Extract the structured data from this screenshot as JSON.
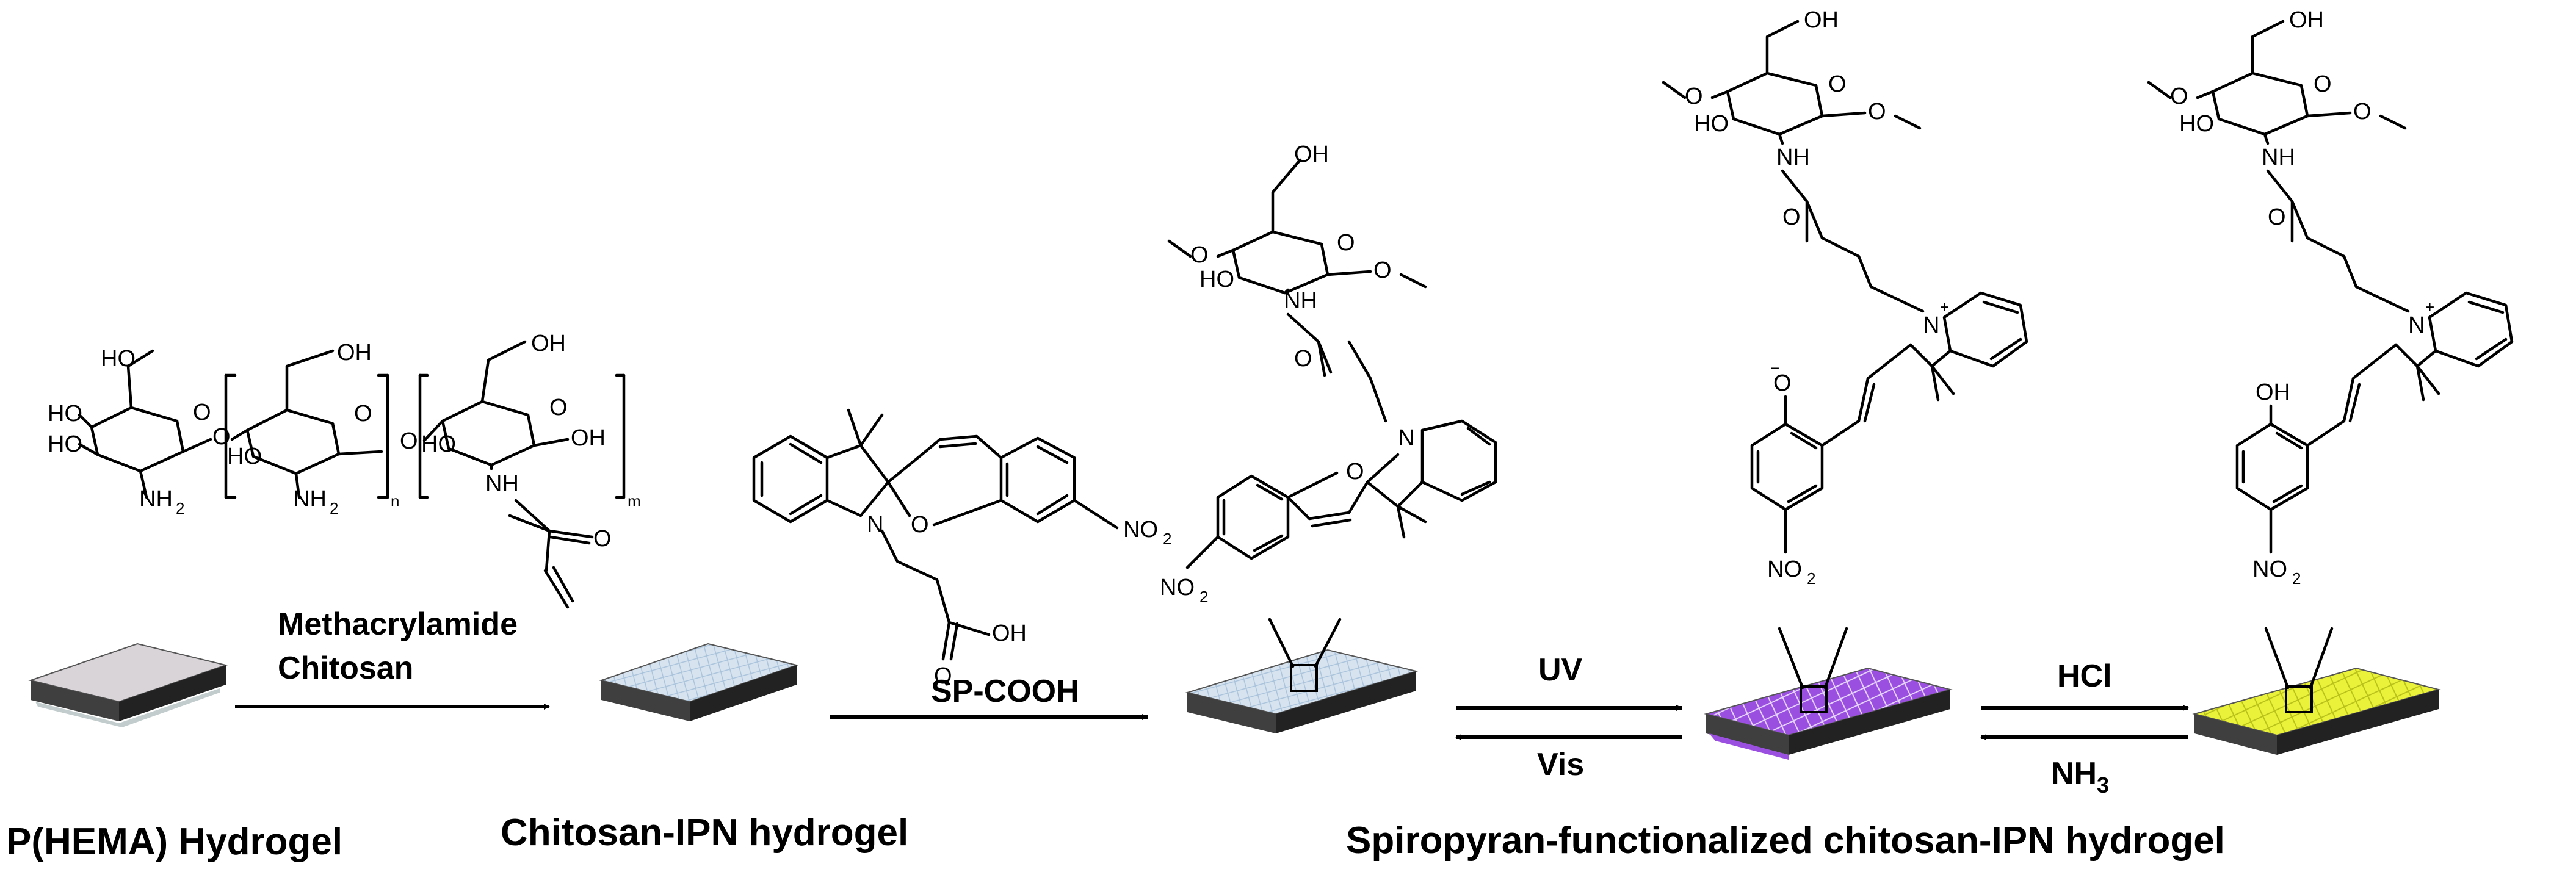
{
  "labels": {
    "phema": "P(HEMA) Hydrogel",
    "chitosan_ipn": "Chitosan-IPN hydrogel",
    "sp_functionalized": "Spiropyran-functionalized chitosan-IPN hydrogel"
  },
  "arrows": {
    "step1_top_line1": "Methacrylamide",
    "step1_top_line2": "Chitosan",
    "step2_label": "SP-COOH",
    "uv": "UV",
    "vis": "Vis",
    "hcl": "HCl",
    "nh3_main": "NH",
    "nh3_sub": "3"
  },
  "atoms": {
    "OH": "OH",
    "HO": "HO",
    "O": "O",
    "NH": "NH",
    "NH2_main": "NH",
    "NH2_sub": "2",
    "N": "N",
    "NO2_main": "NO",
    "NO2_sub": "2",
    "n": "n",
    "m": "m",
    "plus": "+",
    "minus": "−",
    "O_minus": "O"
  },
  "colors": {
    "slab_grey": "#d8d4d8",
    "slab_blue": "#d7e3ee",
    "slab_purple": "#9b4fe0",
    "slab_yellow": "#eaf23a",
    "slab_side": "#3f3f3f"
  }
}
